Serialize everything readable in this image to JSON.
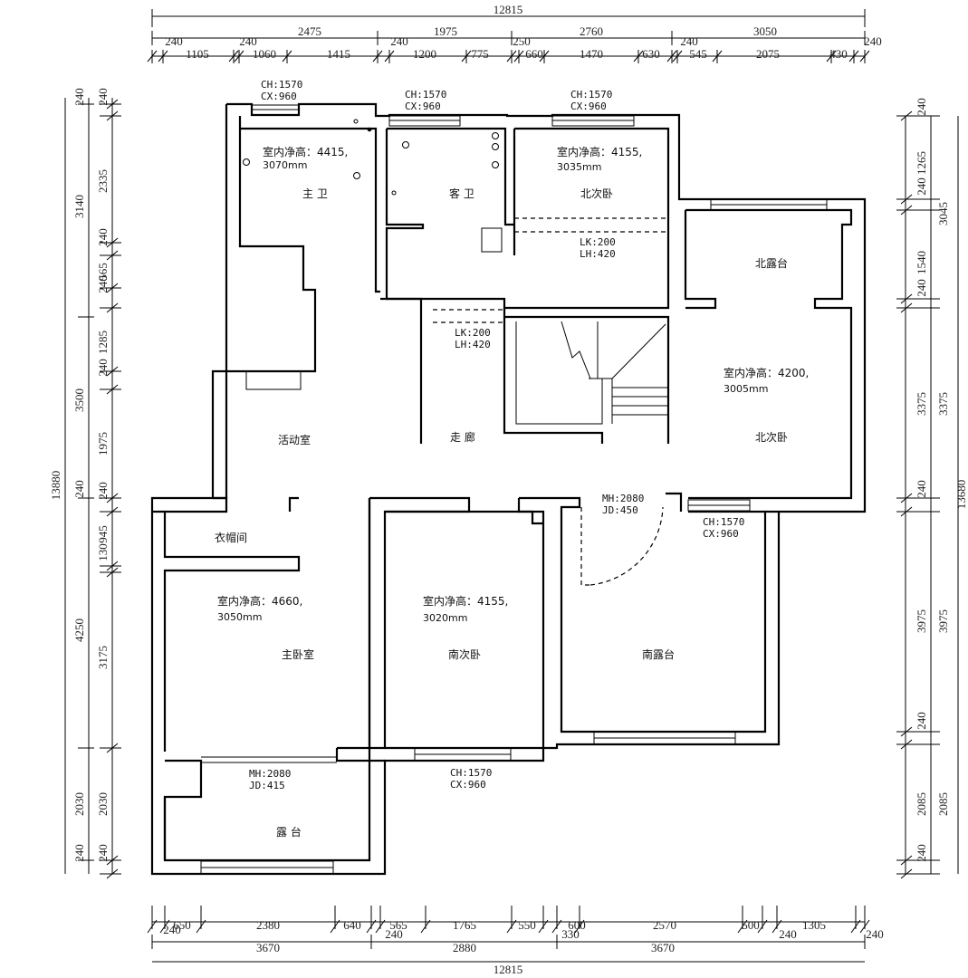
{
  "top_dims": {
    "total": "12815",
    "row2": [
      "2475",
      "1975",
      "2760",
      "3050"
    ],
    "row3": [
      "240",
      "1105",
      "240",
      "1060",
      "1415",
      "240",
      "1200",
      "775",
      "250",
      "660",
      "1470",
      "630",
      "240",
      "545",
      "2075",
      "430",
      "240"
    ]
  },
  "bottom_dims": {
    "total": "12815",
    "row2": [
      "3670",
      "2880",
      "3670"
    ],
    "row3": [
      "240",
      "650",
      "2380",
      "640",
      "565",
      "240",
      "1765",
      "550",
      "600",
      "330",
      "2570",
      "500",
      "240",
      "1305",
      "240"
    ]
  },
  "left_dims": {
    "total": "13880",
    "row2": [
      "240",
      "3140",
      "3500",
      "240",
      "4250",
      "2030",
      "240"
    ],
    "row3": [
      "240",
      "2335",
      "240",
      "565",
      "240",
      "1285",
      "240",
      "1975",
      "240",
      "945",
      "130",
      "3175",
      "2030",
      "240"
    ]
  },
  "right_dims": {
    "total": "13680",
    "row2": [
      "3045",
      "3375",
      "3975",
      "2085"
    ],
    "row3": [
      "240",
      "1265",
      "240",
      "1540",
      "240",
      "3375",
      "240",
      "3975",
      "240",
      "2085",
      "240"
    ]
  },
  "rooms": {
    "master_bath": "主 卫",
    "guest_bath": "客 卫",
    "north_bedroom_1": "北次卧",
    "north_terrace": "北露台",
    "activity_room": "活动室",
    "corridor": "走 廊",
    "north_bedroom_2": "北次卧",
    "cloakroom": "衣帽间",
    "master_bedroom": "主卧室",
    "south_bedroom": "南次卧",
    "south_terrace": "南露台",
    "terrace": "露 台"
  },
  "heights": {
    "master_bath": [
      "室内净高：4415,",
      "3070mm"
    ],
    "north_bedroom_1": [
      "室内净高：4155,",
      "3035mm"
    ],
    "north_bedroom_2": [
      "室内净高：4200,",
      "3005mm"
    ],
    "master_bedroom": [
      "室内净高：4660,",
      "3050mm"
    ],
    "south_bedroom": [
      "室内净高：4155,",
      "3020mm"
    ]
  },
  "windows": {
    "w1": [
      "CH:1570",
      "CX:960"
    ],
    "w2": [
      "CH:1570",
      "CX:960"
    ],
    "w3": [
      "CH:1570",
      "CX:960"
    ],
    "w4": [
      "CH:1570",
      "CX:960"
    ],
    "w5": [
      "CH:1570",
      "CX:960"
    ]
  },
  "openings": {
    "lk1": [
      "LK:200",
      "LH:420"
    ],
    "lk2": [
      "LK:200",
      "LH:420"
    ],
    "door_south_terrace": [
      "MH:2080",
      "JD:450"
    ],
    "door_terrace": [
      "MH:2080",
      "JD:415"
    ]
  }
}
